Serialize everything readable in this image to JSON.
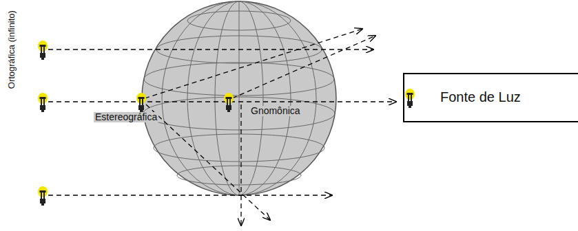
{
  "diagram": {
    "labels": [
      "Ortográfica (infinito)",
      "Estereográfica",
      "Gnomônica"
    ],
    "legend": [
      {
        "text": "Fonte de Luz"
      }
    ]
  }
}
